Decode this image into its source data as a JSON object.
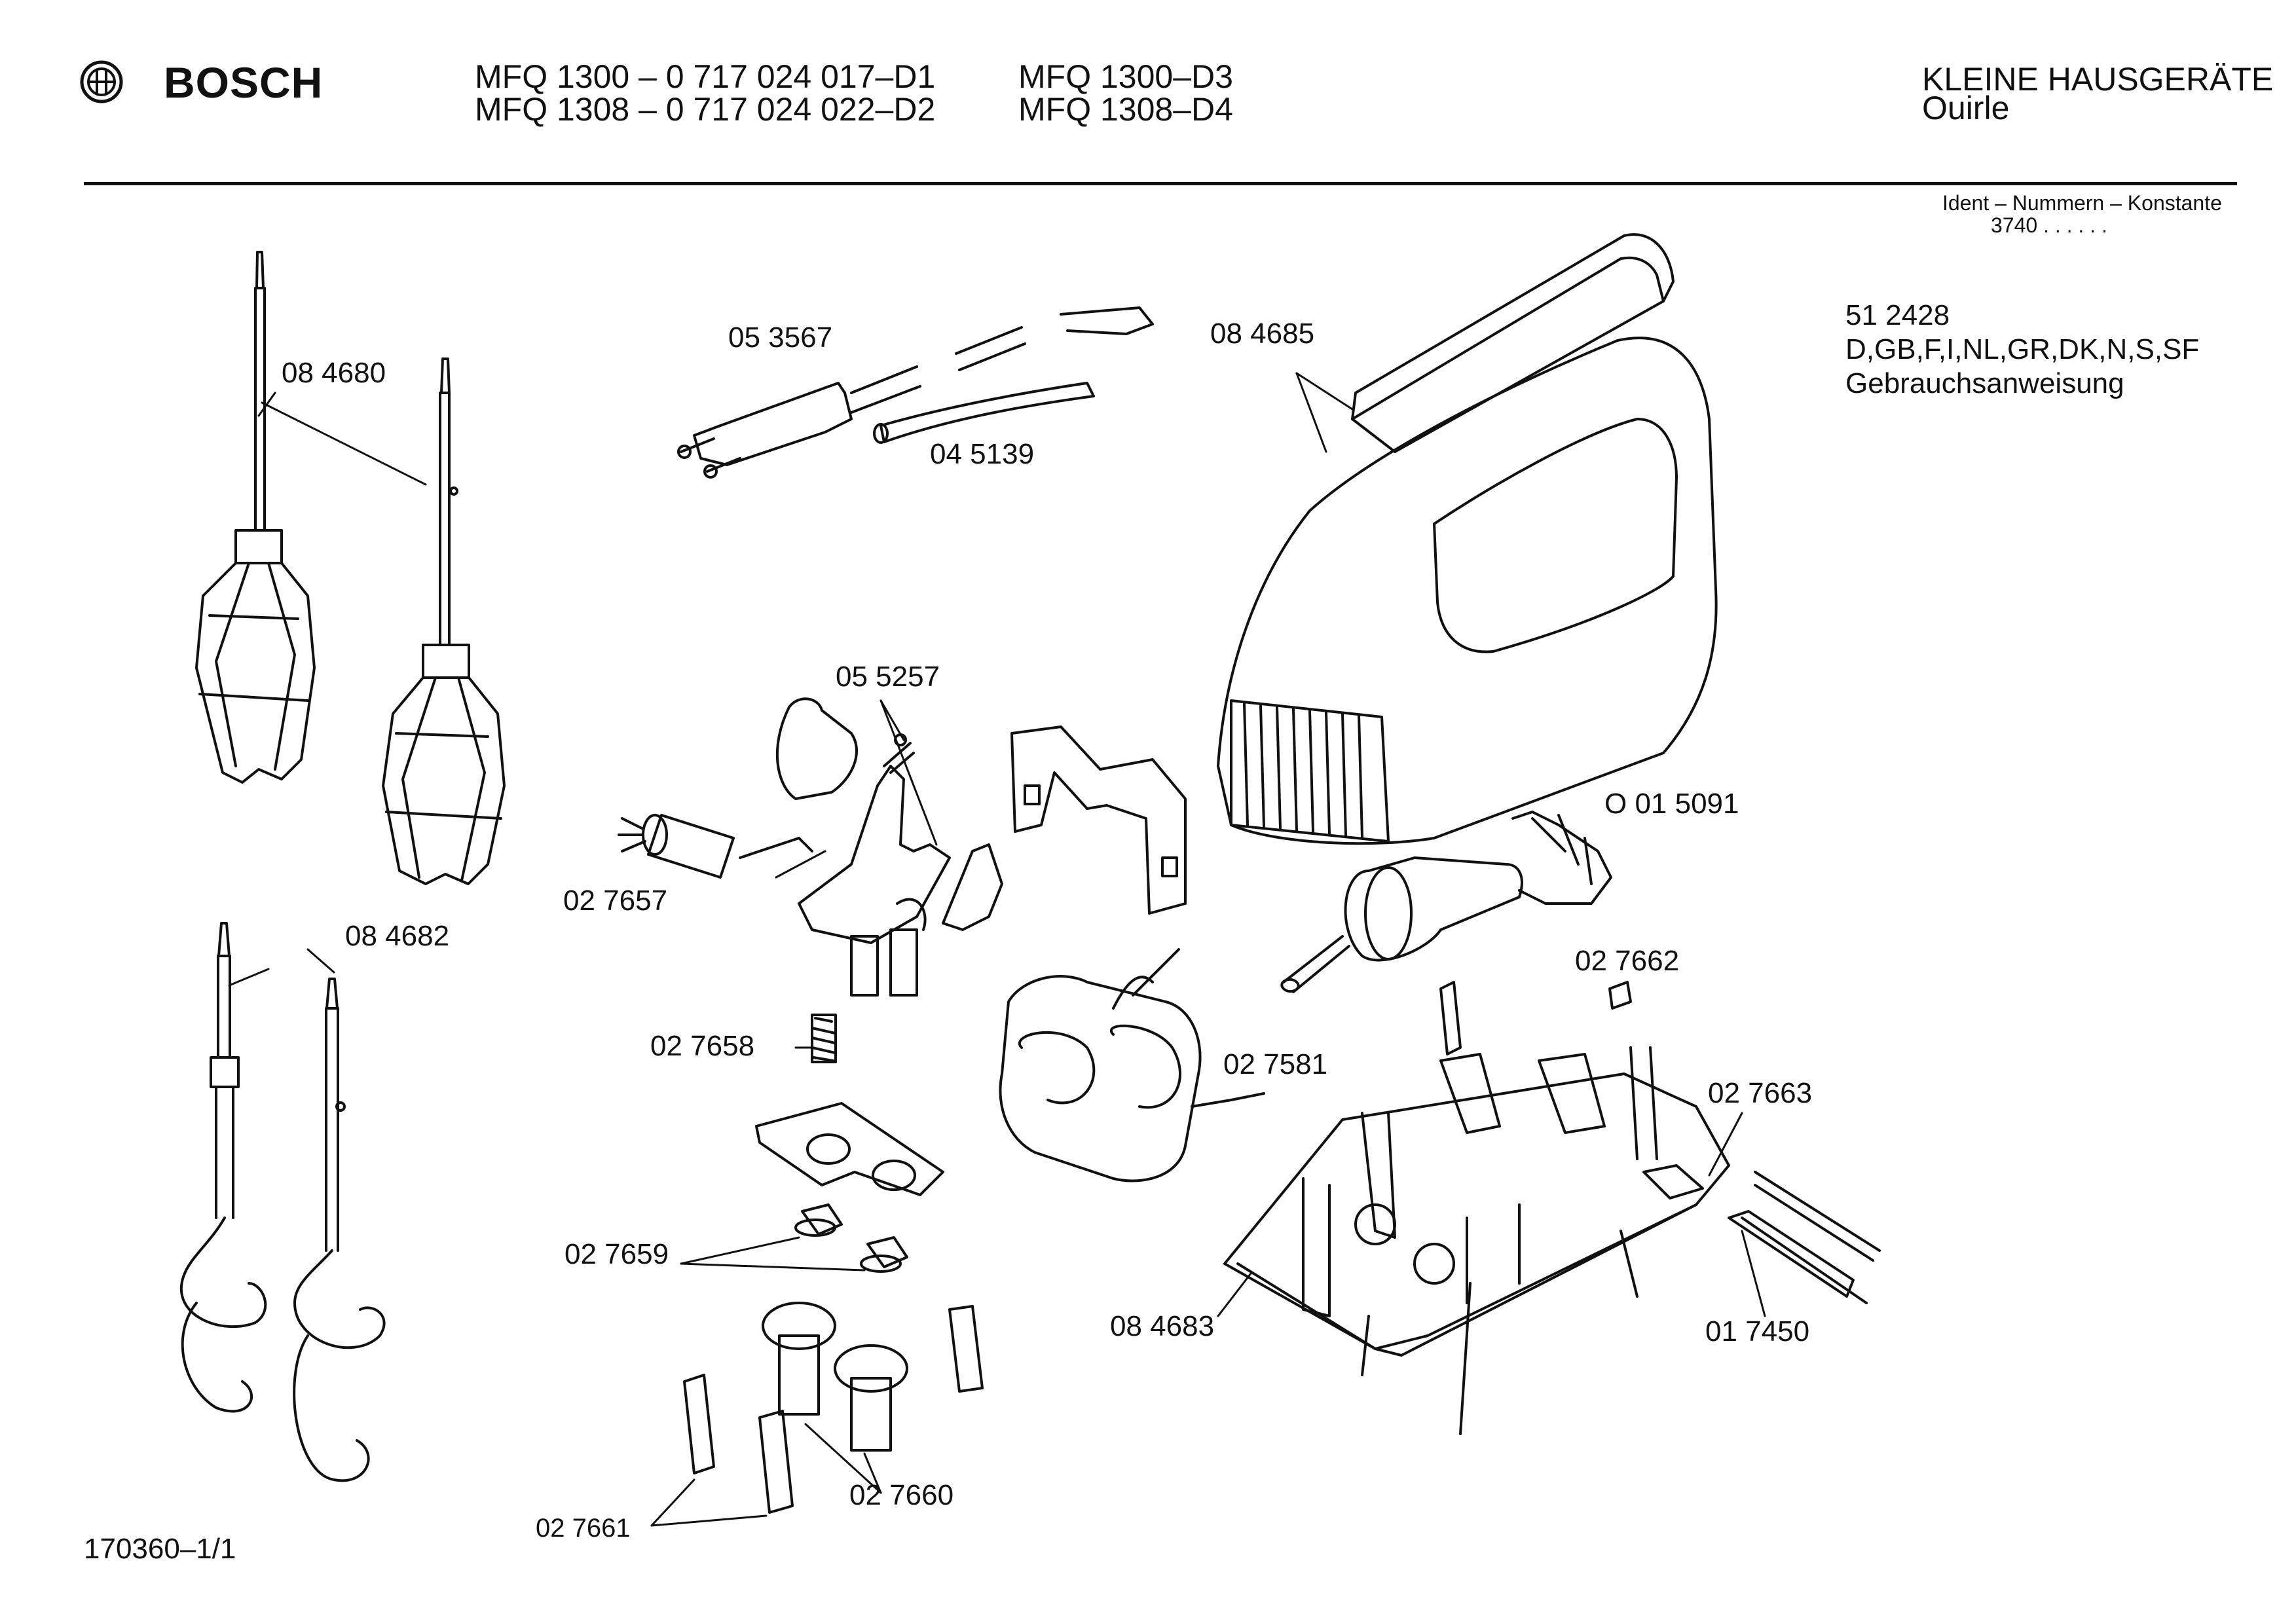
{
  "header": {
    "brand": "BOSCH",
    "models_left": [
      "MFQ 1300 – 0 717 024 017–D1",
      "MFQ 1308 – 0 717 024 022–D2"
    ],
    "models_right": [
      "MFQ 1300–D3",
      "MFQ 1308–D4"
    ],
    "category": [
      "KLEINE HAUSGERÄTE",
      "Ouirle"
    ],
    "ident_label": "Ident – Nummern – Konstante",
    "ident_value": "3740  . .    . . . ."
  },
  "docs": {
    "number": "51 2428",
    "languages": "D,GB,F,I,NL,GR,DK,N,S,SF",
    "title": "Gebrauchsanweisung"
  },
  "parts": [
    {
      "id": "p084680",
      "number": "08 4680"
    },
    {
      "id": "p084682",
      "number": "08 4682"
    },
    {
      "id": "p053567",
      "number": "05 3567"
    },
    {
      "id": "p045139",
      "number": "04 5139"
    },
    {
      "id": "p084685",
      "number": "08 4685"
    },
    {
      "id": "p055257",
      "number": "05 5257"
    },
    {
      "id": "p027657",
      "number": "02 7657"
    },
    {
      "id": "p015091",
      "number": "O 01 5091"
    },
    {
      "id": "p027662",
      "number": "02 7662"
    },
    {
      "id": "p027658",
      "number": "02 7658"
    },
    {
      "id": "p027581",
      "number": "02 7581"
    },
    {
      "id": "p027663",
      "number": "02 7663"
    },
    {
      "id": "p027659",
      "number": "02 7659"
    },
    {
      "id": "p084683",
      "number": "08 4683"
    },
    {
      "id": "p017450",
      "number": "01 7450"
    },
    {
      "id": "p027660",
      "number": "02 7660"
    },
    {
      "id": "p027661",
      "number": "02 7661"
    }
  ],
  "footer": {
    "drawing_ref": "170360–1/1"
  }
}
